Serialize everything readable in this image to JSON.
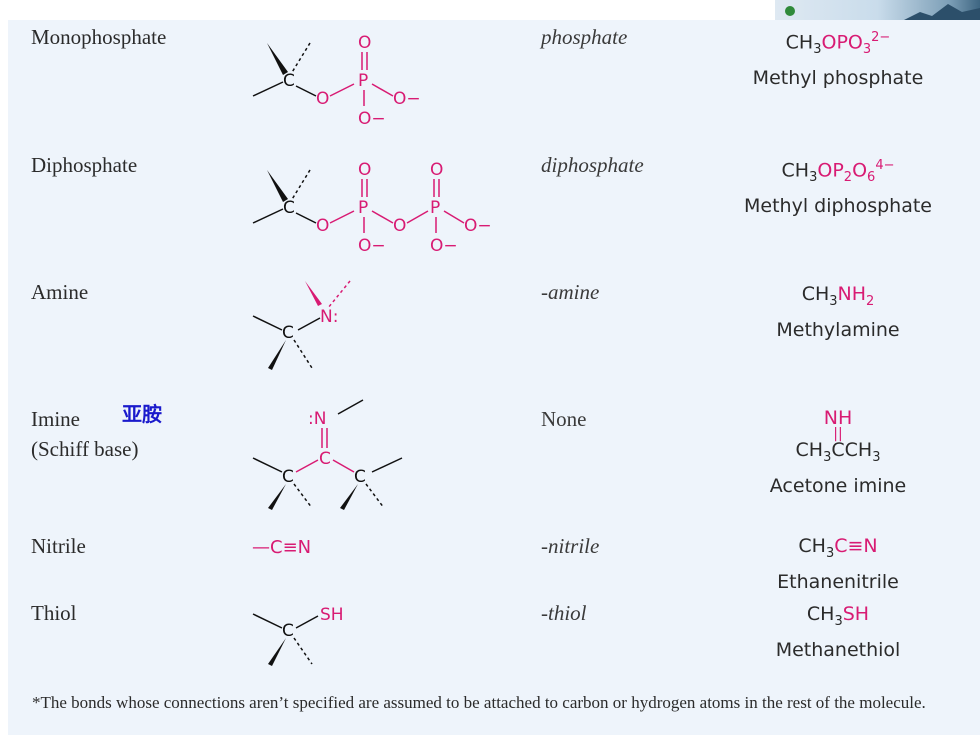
{
  "rows": [
    {
      "name": "Monophosphate",
      "suffix": "phosphate",
      "formula": {
        "a": "CH",
        "b": "3",
        "c": "OPO",
        "d": "3",
        "e": "2−"
      },
      "example": "Methyl phosphate"
    },
    {
      "name": "Diphosphate",
      "suffix": "diphosphate",
      "formula": {
        "a": "CH",
        "b": "3",
        "c": "OP",
        "d": "2",
        "e": "O",
        "f": "6",
        "g": "4−"
      },
      "example": "Methyl diphosphate"
    },
    {
      "name": "Amine",
      "suffix": "-amine",
      "formula": {
        "a": "CH",
        "b": "3",
        "c": "NH",
        "d": "2"
      },
      "example": "Methylamine"
    },
    {
      "name": "Imine",
      "name2": "(Schiff base)",
      "suffix": "None",
      "formula": {
        "top": "NH",
        "a": "CH",
        "b": "3",
        "c": "CCH",
        "d": "3"
      },
      "example": "Acetone imine"
    },
    {
      "name": "Nitrile",
      "suffix": "-nitrile",
      "formula": {
        "a": "CH",
        "b": "3",
        "c": "C≡N"
      },
      "example": "Ethanenitrile"
    },
    {
      "name": "Thiol",
      "suffix": "-thiol",
      "formula": {
        "a": "CH",
        "b": "3",
        "c": "SH"
      },
      "example": "Methanethiol"
    }
  ],
  "annotation": "亚胺",
  "footnote": "*The bonds whose connections aren’t specified are assumed to be attached to carbon or hydrogen atoms in the rest of the molecule.",
  "structure_labels": {
    "C": "C",
    "O": "O",
    "P": "P",
    "O_minus": "O−",
    "N": "N:",
    "N_imine": ":N",
    "nitrile": "—C≡N",
    "SH": "SH"
  },
  "colors": {
    "accent": "#d81b73",
    "annotation": "#1a1acc",
    "panel": "#eef4fb"
  }
}
